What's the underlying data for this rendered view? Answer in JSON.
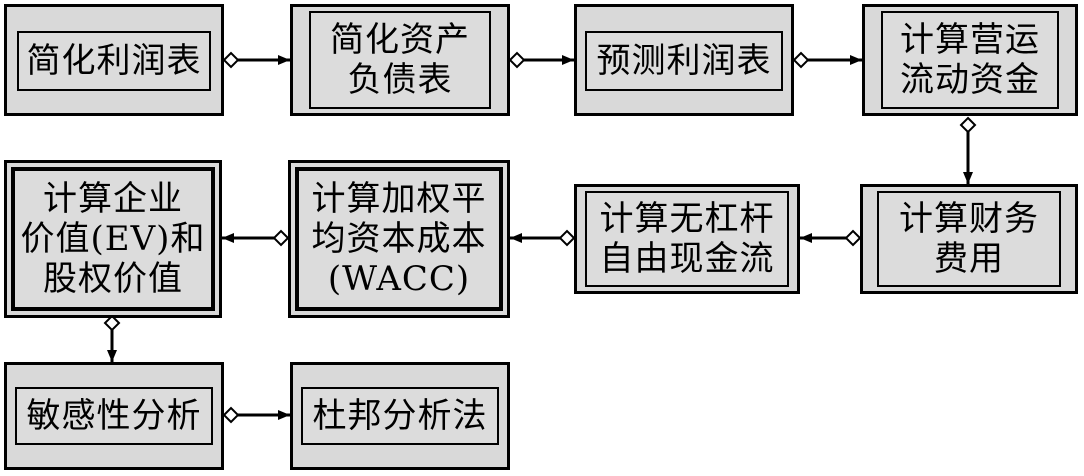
{
  "steps": {
    "s1": [
      "简化利润表"
    ],
    "s2": [
      "简化资产",
      "负债表"
    ],
    "s3": [
      "预测利润表"
    ],
    "s4": [
      "计算营运",
      "流动资金"
    ],
    "s5": [
      "计算财务",
      "费用"
    ],
    "s6": [
      "计算无杠杆",
      "自由现金流"
    ],
    "s7": [
      "计算加权平",
      "均资本成本",
      "(WACC)"
    ],
    "s8": [
      "计算企业",
      "价值(EV)和",
      "股权价值"
    ],
    "s9": [
      "敏感性分析"
    ],
    "s10": [
      "杜邦分析法"
    ]
  }
}
